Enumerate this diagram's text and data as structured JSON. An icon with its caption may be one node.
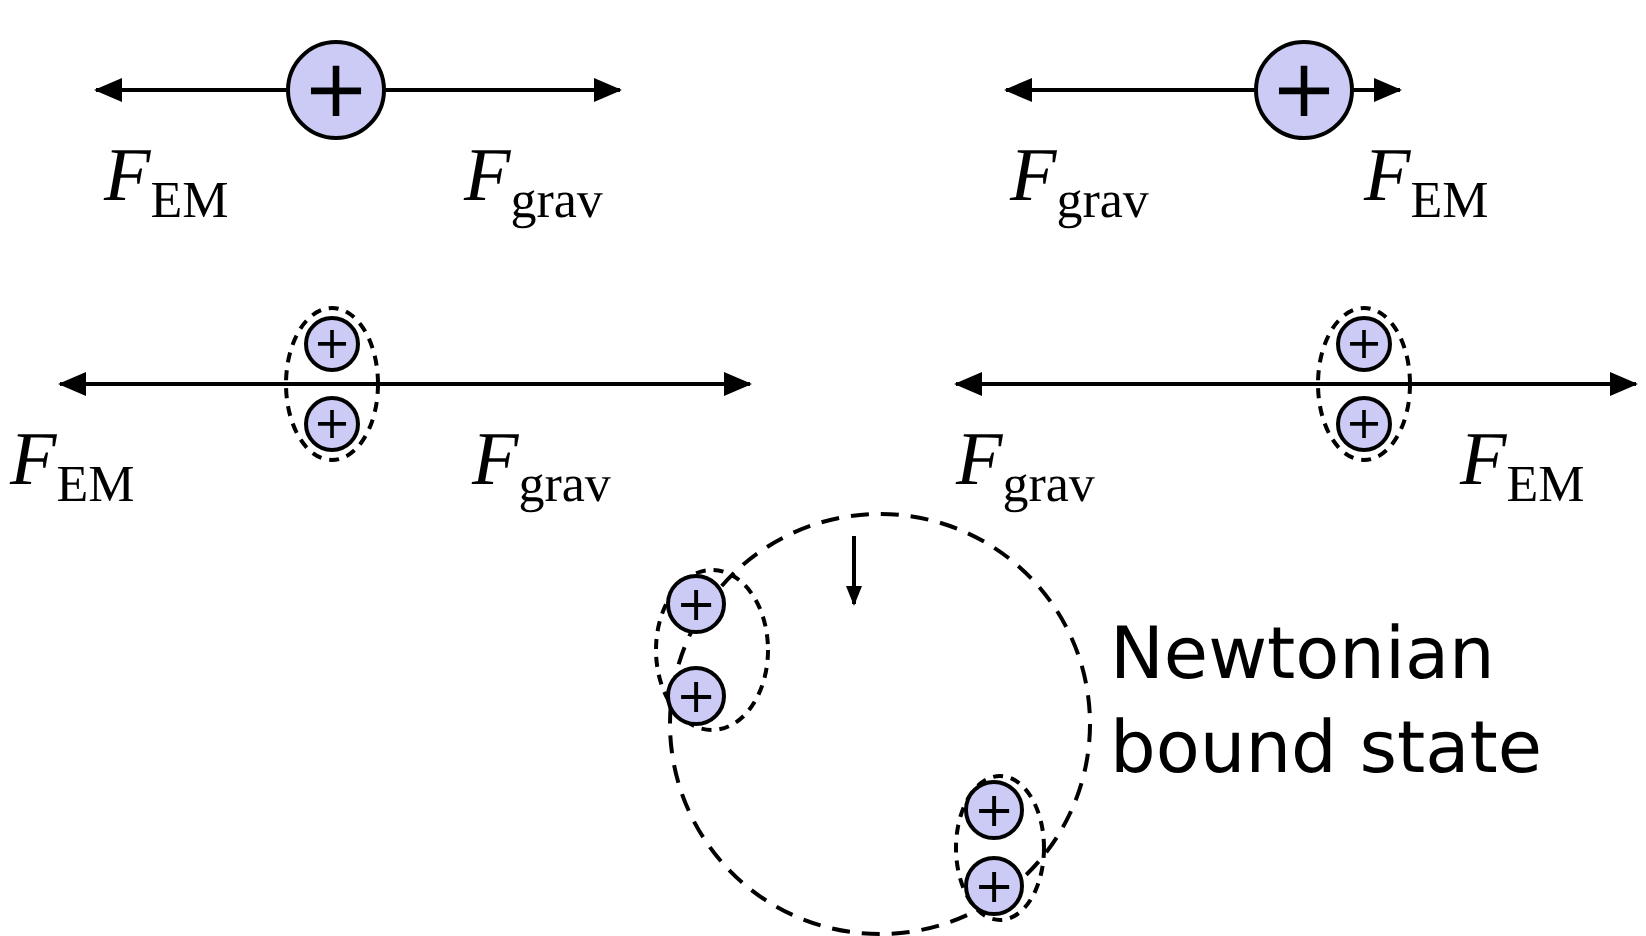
{
  "diagram": {
    "nodes": [
      {
        "text": [
          "+"
        ]
      },
      {
        "text": [
          "+"
        ]
      },
      {
        "text": [
          "+"
        ]
      },
      {
        "text": [
          "+"
        ]
      },
      {
        "text": [
          "+"
        ]
      },
      {
        "text": [
          "+"
        ]
      },
      {
        "text": [
          "+"
        ]
      },
      {
        "text": [
          "+"
        ]
      },
      {
        "text": [
          "+"
        ]
      },
      {
        "text": [
          "+"
        ]
      }
    ],
    "labels": [
      "*F*$_{EM}$",
      "*F*$_{grav}$",
      "*F*$_{grav}$",
      "*F*$_{EM}$",
      "*F*$_{EM}$",
      "*F*$_{grav}$",
      "*F*$_{grav}$",
      "*F*$_{EM}$",
      "Newtonian bound state"
    ]
  }
}
